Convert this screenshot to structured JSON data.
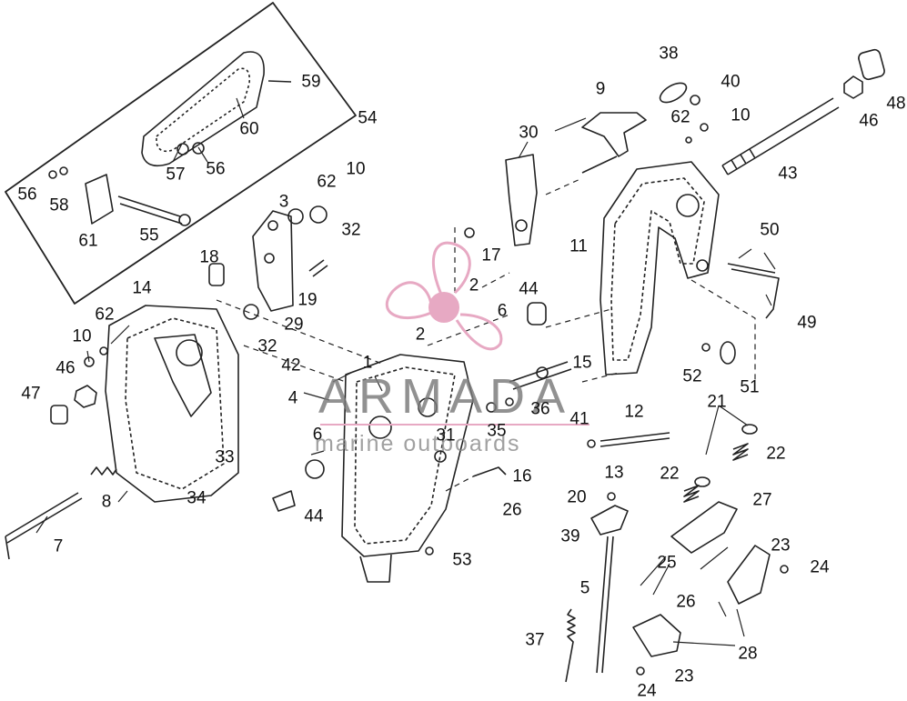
{
  "watermark": {
    "title": "ARMADA",
    "subtitle": "marine outboards",
    "accent_color": "#e7a9c3",
    "logo_icon": "propeller-logo-icon"
  },
  "callouts": [
    "59",
    "54",
    "60",
    "57",
    "56",
    "56",
    "58",
    "61",
    "55",
    "18",
    "14",
    "62",
    "10",
    "46",
    "47",
    "3",
    "62",
    "10",
    "32",
    "19",
    "29",
    "32",
    "33",
    "34",
    "8",
    "7",
    "30",
    "17",
    "2",
    "44",
    "6",
    "2",
    "1",
    "42",
    "4",
    "15",
    "36",
    "35",
    "6",
    "31",
    "44",
    "53",
    "9",
    "38",
    "40",
    "62",
    "10",
    "11",
    "43",
    "48",
    "46",
    "50",
    "49",
    "52",
    "51",
    "12",
    "41",
    "13",
    "16",
    "26",
    "20",
    "39",
    "5",
    "37",
    "21",
    "22",
    "22",
    "27",
    "25",
    "23",
    "24",
    "26",
    "28",
    "23",
    "24"
  ]
}
